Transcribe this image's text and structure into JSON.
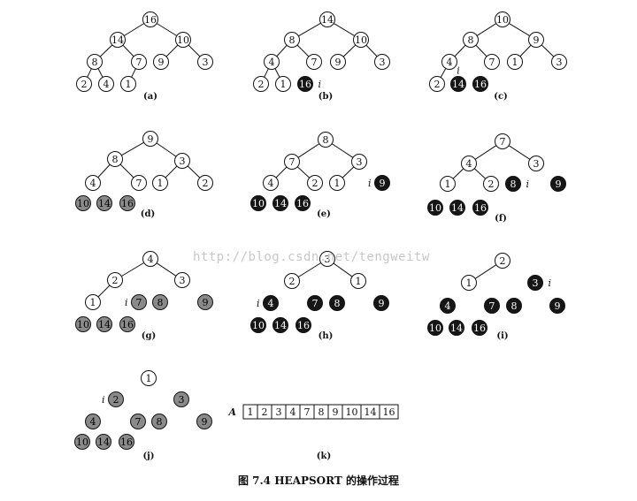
{
  "caption": "图 7.4   HEAPSORT 的操作过程",
  "watermark": "http://blog.csdn.net/tengweitw",
  "marker_symbol": "i",
  "array_name": "A",
  "sorted_array": [
    "1",
    "2",
    "3",
    "4",
    "7",
    "8",
    "9",
    "10",
    "14",
    "16"
  ],
  "panels": [
    {
      "id": "a",
      "label": "(a)",
      "nodes": [
        {
          "key": "n1",
          "v": "16",
          "s": "w"
        },
        {
          "key": "n2",
          "v": "14",
          "s": "w"
        },
        {
          "key": "n3",
          "v": "10",
          "s": "w"
        },
        {
          "key": "n4",
          "v": "8",
          "s": "w"
        },
        {
          "key": "n5",
          "v": "7",
          "s": "w"
        },
        {
          "key": "n6",
          "v": "9",
          "s": "w"
        },
        {
          "key": "n7",
          "v": "3",
          "s": "w"
        },
        {
          "key": "n8",
          "v": "2",
          "s": "w"
        },
        {
          "key": "n9",
          "v": "4",
          "s": "w"
        },
        {
          "key": "n10",
          "v": "1",
          "s": "w"
        }
      ],
      "edges": [
        [
          "n1",
          "n2"
        ],
        [
          "n1",
          "n3"
        ],
        [
          "n2",
          "n4"
        ],
        [
          "n2",
          "n5"
        ],
        [
          "n3",
          "n6"
        ],
        [
          "n3",
          "n7"
        ],
        [
          "n4",
          "n8"
        ],
        [
          "n4",
          "n9"
        ],
        [
          "n5",
          "n10"
        ]
      ],
      "marker_on": null
    },
    {
      "id": "b",
      "label": "(b)",
      "nodes": [
        {
          "key": "n1",
          "v": "14",
          "s": "w"
        },
        {
          "key": "n2",
          "v": "8",
          "s": "w"
        },
        {
          "key": "n3",
          "v": "10",
          "s": "w"
        },
        {
          "key": "n4",
          "v": "4",
          "s": "w"
        },
        {
          "key": "n5",
          "v": "7",
          "s": "w"
        },
        {
          "key": "n6",
          "v": "9",
          "s": "w"
        },
        {
          "key": "n7",
          "v": "3",
          "s": "w"
        },
        {
          "key": "n8",
          "v": "2",
          "s": "w"
        },
        {
          "key": "n9",
          "v": "1",
          "s": "w"
        },
        {
          "key": "n10",
          "v": "16",
          "s": "b"
        }
      ],
      "edges": [
        [
          "n1",
          "n2"
        ],
        [
          "n1",
          "n3"
        ],
        [
          "n2",
          "n4"
        ],
        [
          "n2",
          "n5"
        ],
        [
          "n3",
          "n6"
        ],
        [
          "n3",
          "n7"
        ],
        [
          "n4",
          "n8"
        ],
        [
          "n4",
          "n9"
        ]
      ],
      "marker_on": "n10"
    },
    {
      "id": "c",
      "label": "(c)",
      "nodes": [
        {
          "key": "n1",
          "v": "10",
          "s": "w"
        },
        {
          "key": "n2",
          "v": "8",
          "s": "w"
        },
        {
          "key": "n3",
          "v": "9",
          "s": "w"
        },
        {
          "key": "n4",
          "v": "4",
          "s": "w"
        },
        {
          "key": "n5",
          "v": "7",
          "s": "w"
        },
        {
          "key": "n6",
          "v": "1",
          "s": "w"
        },
        {
          "key": "n7",
          "v": "3",
          "s": "w"
        },
        {
          "key": "n8",
          "v": "2",
          "s": "w"
        },
        {
          "key": "n9",
          "v": "14",
          "s": "b"
        },
        {
          "key": "n10",
          "v": "16",
          "s": "b"
        }
      ],
      "edges": [
        [
          "n1",
          "n2"
        ],
        [
          "n1",
          "n3"
        ],
        [
          "n2",
          "n4"
        ],
        [
          "n2",
          "n5"
        ],
        [
          "n3",
          "n6"
        ],
        [
          "n3",
          "n7"
        ],
        [
          "n4",
          "n8"
        ]
      ],
      "marker_on": "n9"
    },
    {
      "id": "d",
      "label": "(d)",
      "nodes": [
        {
          "key": "n1",
          "v": "9",
          "s": "w"
        },
        {
          "key": "n2",
          "v": "8",
          "s": "w"
        },
        {
          "key": "n3",
          "v": "3",
          "s": "w"
        },
        {
          "key": "n4",
          "v": "4",
          "s": "w"
        },
        {
          "key": "n5",
          "v": "7",
          "s": "w"
        },
        {
          "key": "n6",
          "v": "1",
          "s": "w"
        },
        {
          "key": "n7",
          "v": "2",
          "s": "w"
        },
        {
          "key": "n8",
          "v": "10",
          "s": "g"
        },
        {
          "key": "n9",
          "v": "14",
          "s": "g"
        },
        {
          "key": "n10",
          "v": "16",
          "s": "g"
        }
      ],
      "edges": [
        [
          "n1",
          "n2"
        ],
        [
          "n1",
          "n3"
        ],
        [
          "n2",
          "n4"
        ],
        [
          "n2",
          "n5"
        ],
        [
          "n3",
          "n6"
        ],
        [
          "n3",
          "n7"
        ]
      ],
      "marker_on": null
    },
    {
      "id": "e",
      "label": "(e)",
      "nodes": [
        {
          "key": "n1",
          "v": "8",
          "s": "w"
        },
        {
          "key": "n2",
          "v": "7",
          "s": "w"
        },
        {
          "key": "n3",
          "v": "3",
          "s": "w"
        },
        {
          "key": "n4",
          "v": "4",
          "s": "w"
        },
        {
          "key": "n5",
          "v": "2",
          "s": "w"
        },
        {
          "key": "n6",
          "v": "1",
          "s": "w"
        },
        {
          "key": "n7",
          "v": "9",
          "s": "b"
        },
        {
          "key": "n8",
          "v": "10",
          "s": "b"
        },
        {
          "key": "n9",
          "v": "14",
          "s": "b"
        },
        {
          "key": "n10",
          "v": "16",
          "s": "b"
        }
      ],
      "edges": [
        [
          "n1",
          "n2"
        ],
        [
          "n1",
          "n3"
        ],
        [
          "n2",
          "n4"
        ],
        [
          "n2",
          "n5"
        ],
        [
          "n3",
          "n6"
        ]
      ],
      "marker_on": "n7"
    },
    {
      "id": "f",
      "label": "(f)",
      "nodes": [
        {
          "key": "n1",
          "v": "7",
          "s": "w"
        },
        {
          "key": "n2",
          "v": "4",
          "s": "w"
        },
        {
          "key": "n3",
          "v": "3",
          "s": "w"
        },
        {
          "key": "n4",
          "v": "1",
          "s": "w"
        },
        {
          "key": "n5",
          "v": "2",
          "s": "w"
        },
        {
          "key": "n6",
          "v": "8",
          "s": "b"
        },
        {
          "key": "n7",
          "v": "9",
          "s": "b"
        },
        {
          "key": "n8",
          "v": "10",
          "s": "b"
        },
        {
          "key": "n9",
          "v": "14",
          "s": "b"
        },
        {
          "key": "n10",
          "v": "16",
          "s": "b"
        }
      ],
      "edges": [
        [
          "n1",
          "n2"
        ],
        [
          "n1",
          "n3"
        ],
        [
          "n2",
          "n4"
        ],
        [
          "n2",
          "n5"
        ]
      ],
      "marker_on": "n6"
    },
    {
      "id": "g",
      "label": "(g)",
      "nodes": [
        {
          "key": "n1",
          "v": "4",
          "s": "w"
        },
        {
          "key": "n2",
          "v": "2",
          "s": "w"
        },
        {
          "key": "n3",
          "v": "3",
          "s": "w"
        },
        {
          "key": "n4",
          "v": "1",
          "s": "w"
        },
        {
          "key": "n5",
          "v": "7",
          "s": "g"
        },
        {
          "key": "n6",
          "v": "8",
          "s": "g"
        },
        {
          "key": "n7",
          "v": "9",
          "s": "g"
        },
        {
          "key": "n8",
          "v": "10",
          "s": "g"
        },
        {
          "key": "n9",
          "v": "14",
          "s": "g"
        },
        {
          "key": "n10",
          "v": "16",
          "s": "g"
        }
      ],
      "edges": [
        [
          "n1",
          "n2"
        ],
        [
          "n1",
          "n3"
        ],
        [
          "n2",
          "n4"
        ]
      ],
      "marker_on": "n5"
    },
    {
      "id": "h",
      "label": "(h)",
      "nodes": [
        {
          "key": "n1",
          "v": "3",
          "s": "w"
        },
        {
          "key": "n2",
          "v": "2",
          "s": "w"
        },
        {
          "key": "n3",
          "v": "1",
          "s": "w"
        },
        {
          "key": "n4",
          "v": "4",
          "s": "b"
        },
        {
          "key": "n5",
          "v": "7",
          "s": "b"
        },
        {
          "key": "n6",
          "v": "8",
          "s": "b"
        },
        {
          "key": "n7",
          "v": "9",
          "s": "b"
        },
        {
          "key": "n8",
          "v": "10",
          "s": "b"
        },
        {
          "key": "n9",
          "v": "14",
          "s": "b"
        },
        {
          "key": "n10",
          "v": "16",
          "s": "b"
        }
      ],
      "edges": [
        [
          "n1",
          "n2"
        ],
        [
          "n1",
          "n3"
        ]
      ],
      "marker_on": "n4"
    },
    {
      "id": "i",
      "label": "(i)",
      "nodes": [
        {
          "key": "n1",
          "v": "2",
          "s": "w"
        },
        {
          "key": "n2",
          "v": "1",
          "s": "w"
        },
        {
          "key": "n3",
          "v": "3",
          "s": "b"
        },
        {
          "key": "n4",
          "v": "4",
          "s": "b"
        },
        {
          "key": "n5",
          "v": "7",
          "s": "b"
        },
        {
          "key": "n6",
          "v": "8",
          "s": "b"
        },
        {
          "key": "n7",
          "v": "9",
          "s": "b"
        },
        {
          "key": "n8",
          "v": "10",
          "s": "b"
        },
        {
          "key": "n9",
          "v": "14",
          "s": "b"
        },
        {
          "key": "n10",
          "v": "16",
          "s": "b"
        }
      ],
      "edges": [
        [
          "n1",
          "n2"
        ]
      ],
      "marker_on": "n3"
    },
    {
      "id": "j",
      "label": "(j)",
      "nodes": [
        {
          "key": "n1",
          "v": "1",
          "s": "w"
        },
        {
          "key": "n2",
          "v": "2",
          "s": "g"
        },
        {
          "key": "n3",
          "v": "3",
          "s": "g"
        },
        {
          "key": "n4",
          "v": "4",
          "s": "g"
        },
        {
          "key": "n5",
          "v": "7",
          "s": "g"
        },
        {
          "key": "n6",
          "v": "8",
          "s": "g"
        },
        {
          "key": "n7",
          "v": "9",
          "s": "g"
        },
        {
          "key": "n8",
          "v": "10",
          "s": "g"
        },
        {
          "key": "n9",
          "v": "14",
          "s": "g"
        },
        {
          "key": "n10",
          "v": "16",
          "s": "g"
        }
      ],
      "edges": [],
      "marker_on": "n2"
    }
  ],
  "array_panel_label": "(k)",
  "colors": {
    "ink": "#111111",
    "dark_fill": "#161616",
    "grey_fill": "#8a8a8a",
    "node_fill": "#ffffff"
  }
}
